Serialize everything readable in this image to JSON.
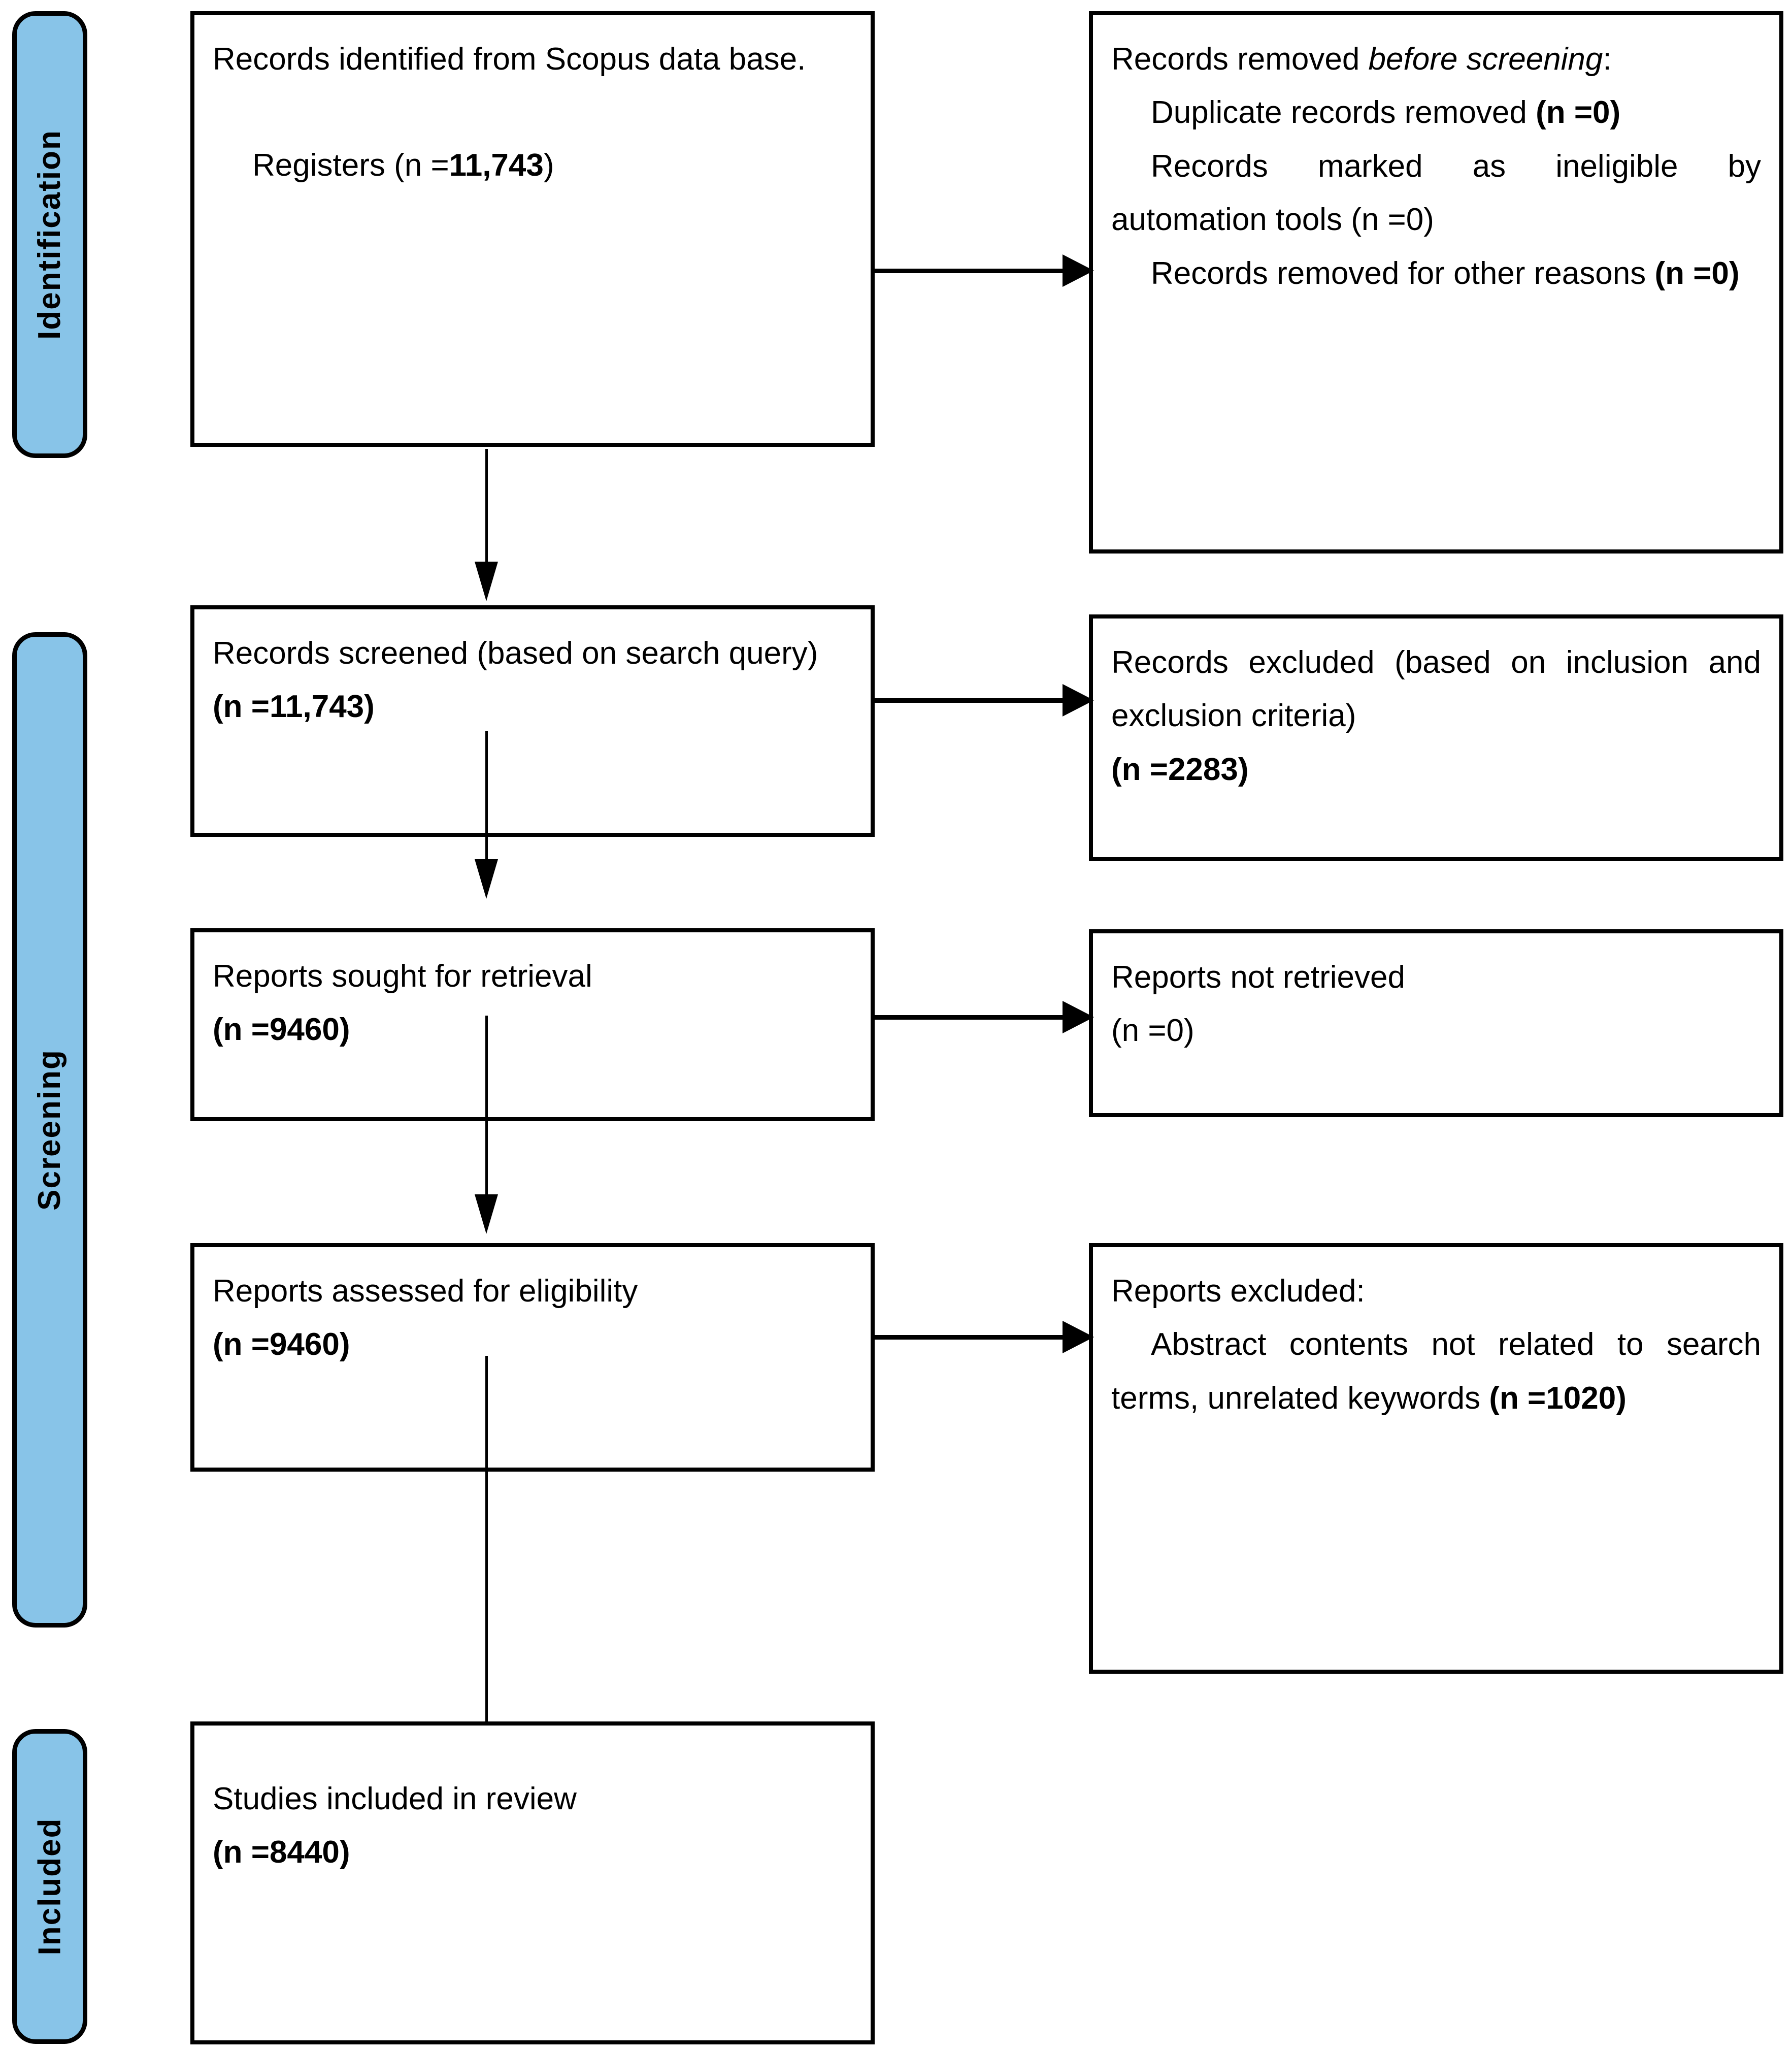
{
  "diagram": {
    "type": "prisma-flow-diagram",
    "title": "PRISMA flow diagram",
    "accent_color": "#88C4E8",
    "line_color": "#000000",
    "background_color": "#FFFFFF"
  },
  "stages": [
    {
      "id": "identification",
      "label": "Identification"
    },
    {
      "id": "screening",
      "label": "Screening"
    },
    {
      "id": "included",
      "label": "Included"
    }
  ],
  "boxes": {
    "records_identified": {
      "line1": "Records identified from Scopus data base.",
      "line2_prefix": "Registers (n =",
      "line2_value": "11,743",
      "line2_suffix": ")"
    },
    "records_removed_before_screening": {
      "heading_prefix": "Records removed ",
      "heading_italic": "before screening",
      "heading_suffix": ":",
      "item1_text": "Duplicate records removed ",
      "item1_count": "(n =0)",
      "item2_text": "Records marked as ineligible by automation tools ",
      "item2_count": "(n =0)",
      "item3_text": "Records removed for other reasons ",
      "item3_count": "(n =0)"
    },
    "records_screened": {
      "line1": "Records screened (based on search query)",
      "line2": "(n =11,743)"
    },
    "records_excluded": {
      "line1": "Records excluded (based on inclusion and exclusion criteria)",
      "line2": "(n =2283)"
    },
    "reports_sought": {
      "line1": "Reports sought for retrieval",
      "line2": "(n =9460)"
    },
    "reports_not_retrieved": {
      "line1": "Reports not retrieved",
      "line2": "(n =0)"
    },
    "reports_assessed": {
      "line1": "Reports assessed for eligibility",
      "line2": "(n =9460)"
    },
    "reports_excluded": {
      "heading": "Reports excluded:",
      "reason_text": "Abstract contents not related to search terms, unrelated keywords ",
      "reason_count": "(n =1020)"
    },
    "studies_included": {
      "line1": "Studies included in review",
      "line2": "(n =8440)"
    }
  },
  "chart_data": {
    "type": "diagram",
    "flow": [
      {
        "from": "records_identified",
        "to": "records_removed_before_screening",
        "direction": "right"
      },
      {
        "from": "records_identified",
        "to": "records_screened",
        "direction": "down"
      },
      {
        "from": "records_screened",
        "to": "records_excluded",
        "direction": "right"
      },
      {
        "from": "records_screened",
        "to": "reports_sought",
        "direction": "down"
      },
      {
        "from": "reports_sought",
        "to": "reports_not_retrieved",
        "direction": "right"
      },
      {
        "from": "reports_sought",
        "to": "reports_assessed",
        "direction": "down"
      },
      {
        "from": "reports_assessed",
        "to": "reports_excluded",
        "direction": "right"
      },
      {
        "from": "reports_assessed",
        "to": "studies_included",
        "direction": "down"
      }
    ],
    "counts": {
      "records_identified": 11743,
      "duplicate_records_removed": 0,
      "records_marked_ineligible_by_automation": 0,
      "records_removed_other_reasons": 0,
      "records_screened": 11743,
      "records_excluded": 2283,
      "reports_sought_for_retrieval": 9460,
      "reports_not_retrieved": 0,
      "reports_assessed_for_eligibility": 9460,
      "reports_excluded": 1020,
      "studies_included_in_review": 8440
    }
  }
}
